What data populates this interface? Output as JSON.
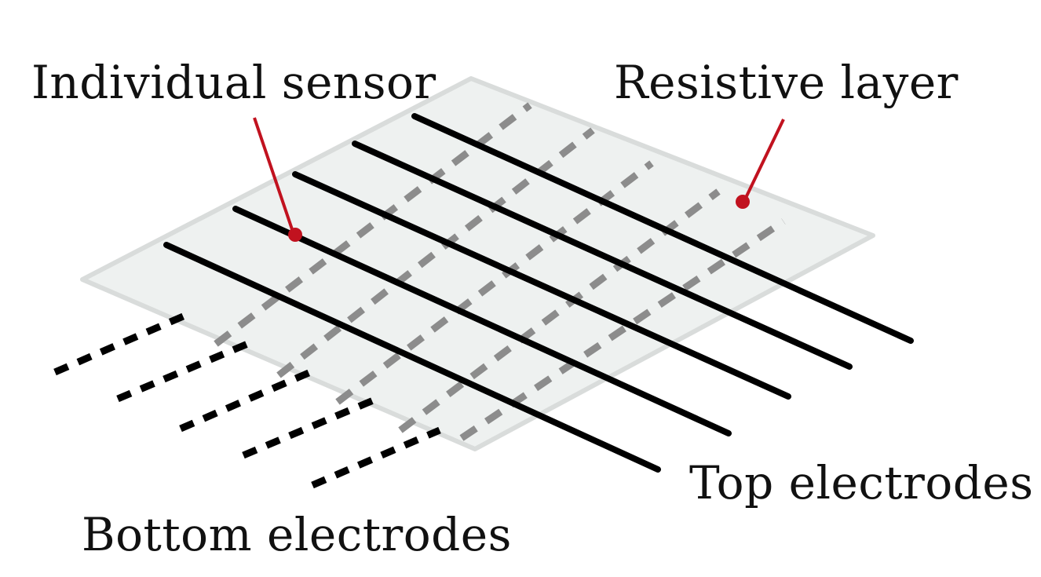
{
  "labels": {
    "individual_sensor": "Individual sensor",
    "resistive_layer": "Resistive layer",
    "top_electrodes": "Top electrodes",
    "bottom_electrodes": "Bottom electrodes"
  },
  "colors": {
    "layer_fill": "#eef1f0",
    "layer_edge": "#d9dcdb",
    "top_electrode": "#000000",
    "bottom_electrode_on_layer": "#8c8c8c",
    "bottom_electrode_outside": "#000000",
    "callout": "#c1121f"
  },
  "counts": {
    "top_electrodes": 5,
    "bottom_electrodes": 5
  }
}
